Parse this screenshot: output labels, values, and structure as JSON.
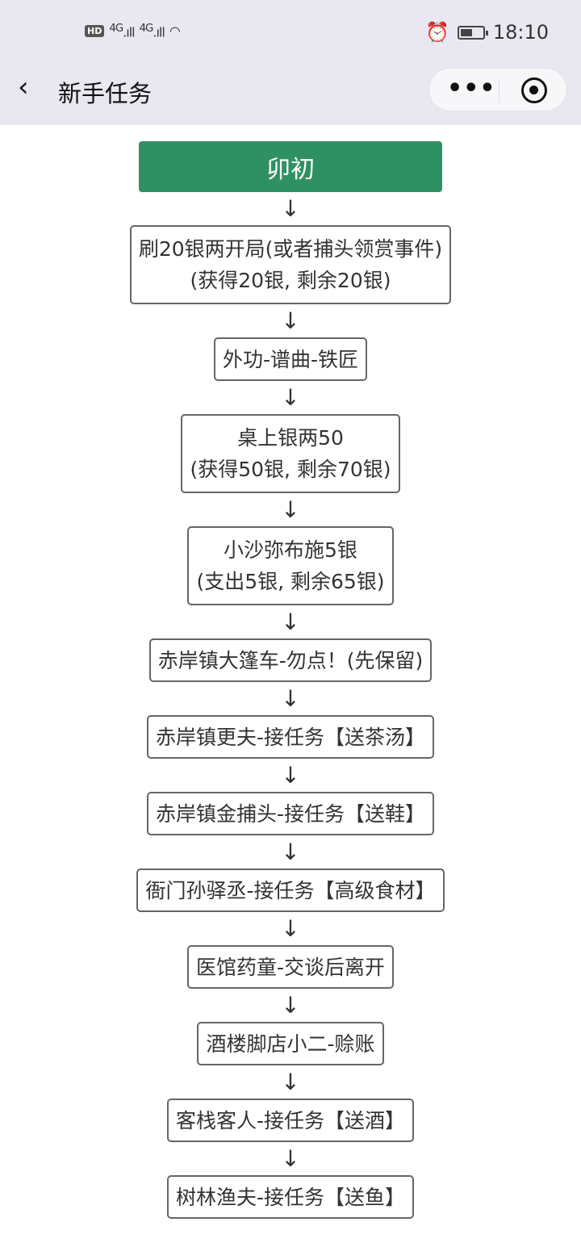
{
  "status_bar": {
    "left": [
      "HD",
      "4G",
      "4G"
    ],
    "time": "18:10",
    "icons": [
      "hd-icon",
      "signal-icon",
      "signal-icon",
      "wifi-icon",
      "alarm-icon",
      "battery-icon"
    ]
  },
  "nav": {
    "back": "‹",
    "title": "新手任务",
    "more": "•••"
  },
  "flow": {
    "header": "卯初",
    "arrow": "↓",
    "steps": [
      {
        "lines": [
          "刷20银两开局(或者捕头领赏事件)",
          "(获得20银, 剩余20银)"
        ]
      },
      {
        "lines": [
          "外功-谱曲-铁匠"
        ]
      },
      {
        "lines": [
          "桌上银两50",
          "(获得50银, 剩余70银)"
        ]
      },
      {
        "lines": [
          "小沙弥布施5银",
          "(支出5银, 剩余65银)"
        ]
      },
      {
        "lines": [
          "赤岸镇大篷车-勿点！(先保留)"
        ]
      },
      {
        "lines": [
          "赤岸镇更夫-接任务【送茶汤】"
        ]
      },
      {
        "lines": [
          "赤岸镇金捕头-接任务【送鞋】"
        ]
      },
      {
        "lines": [
          "衙门孙驿丞-接任务【高级食材】"
        ]
      },
      {
        "lines": [
          "医馆药童-交谈后离开"
        ]
      },
      {
        "lines": [
          "酒楼脚店小二-赊账"
        ]
      },
      {
        "lines": [
          "客栈客人-接任务【送酒】"
        ]
      },
      {
        "lines": [
          "树林渔夫-接任务【送鱼】"
        ]
      }
    ]
  }
}
